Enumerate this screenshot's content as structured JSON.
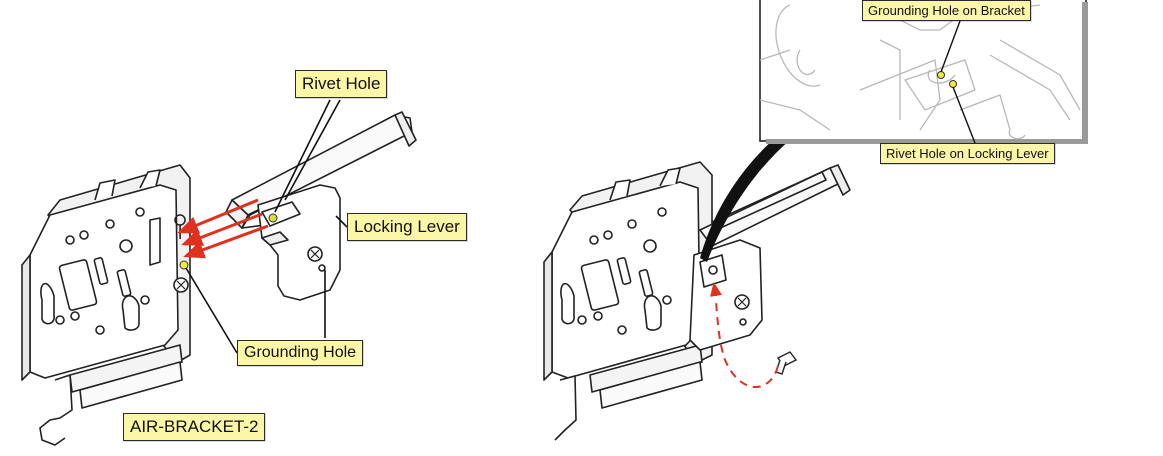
{
  "left_diagram": {
    "rivet_hole_label": "Rivet Hole",
    "locking_lever_label": "Locking Lever",
    "grounding_hole_label": "Grounding Hole",
    "bracket_model_label": "AIR-BRACKET-2"
  },
  "right_diagram": {
    "inset": {
      "grounding_hole_label": "Grounding Hole on Bracket",
      "rivet_hole_label": "Rivet Hole on Locking Lever"
    }
  },
  "colors": {
    "callout_fill": "#fbf7a6",
    "arrow_red": "#e0301e",
    "point_yellow": "#f3ea3a"
  }
}
